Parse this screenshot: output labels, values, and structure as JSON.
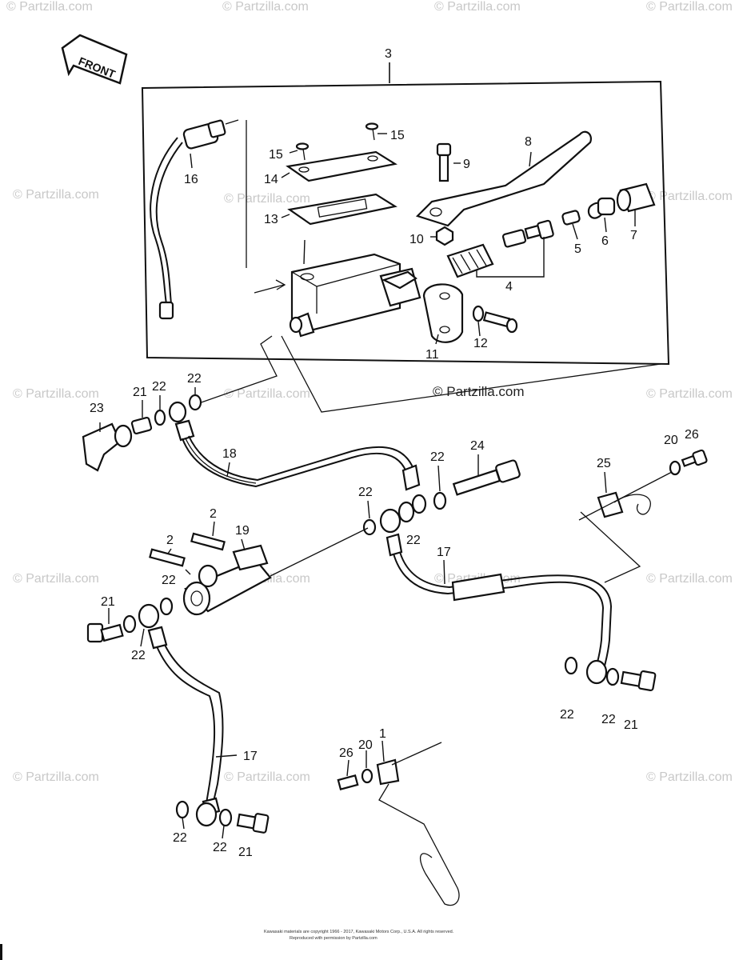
{
  "watermark": {
    "text": "© Partzilla.com",
    "main_text": "© Partzilla.com"
  },
  "front_arrow": {
    "text": "FRONT"
  },
  "labels": {
    "l1": "1",
    "l2a": "2",
    "l2b": "2",
    "l3": "3",
    "l4": "4",
    "l5": "5",
    "l6": "6",
    "l7": "7",
    "l8": "8",
    "l9": "9",
    "l10": "10",
    "l11": "11",
    "l12": "12",
    "l13": "13",
    "l14": "14",
    "l15a": "15",
    "l15b": "15",
    "l16": "16",
    "l17a": "17",
    "l17b": "17",
    "l18": "18",
    "l19": "19",
    "l20a": "20",
    "l20b": "20",
    "l21a": "21",
    "l21b": "21",
    "l21c": "21",
    "l21d": "21",
    "l22a": "22",
    "l22b": "22",
    "l22c": "22",
    "l22d": "22",
    "l22e": "22",
    "l22f": "22",
    "l22g": "22",
    "l22h": "22",
    "l22i": "22",
    "l22j": "22",
    "l22k": "22",
    "l23": "23",
    "l24": "24",
    "l25": "25",
    "l26a": "26",
    "l26b": "26"
  },
  "footer": {
    "copyright_line1": "Kawasaki materials are copyright 1966 - 2017, Kawasaki Motors Corp., U.S.A. All rights reserved.",
    "copyright_line2": "Reproduced with permission by Partzilla.com"
  },
  "colors": {
    "ink": "#111111",
    "watermark": "#c8c8c8",
    "background": "#ffffff"
  }
}
